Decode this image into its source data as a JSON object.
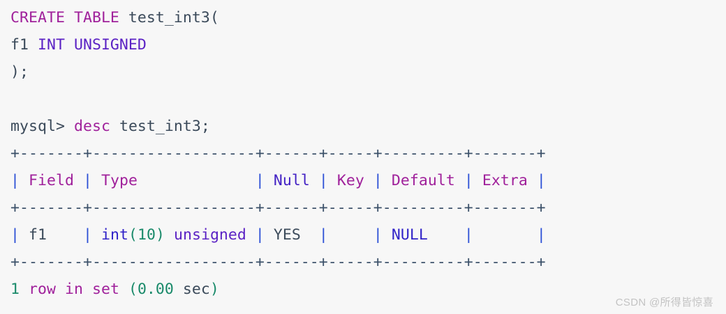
{
  "terminal": {
    "background": "#f7f7f7",
    "colors": {
      "keyword": "#a0219b",
      "keyword_alt": "#5b22c4",
      "identifier": "#3b4a5a",
      "rule": "#3b5069",
      "pipe": "#2b4fd6",
      "column_header": "#a0219b",
      "column_header_alt": "#4322c4",
      "type": "#3022c8",
      "number": "#1a8a6a",
      "null_value": "#3022c8",
      "watermark": "#c3c3c3"
    },
    "lines": {
      "l1_create": "CREATE TABLE",
      "l1_table": " test_int3(",
      "l2_field": "f1 ",
      "l2_type": "INT UNSIGNED",
      "l3_close": ");",
      "l4_blank": "",
      "l5_prompt": "mysql> ",
      "l5_cmd": "desc",
      "l5_arg": " test_int3;",
      "rule_top": "+-------+------------------+------+-----+---------+-------+",
      "rule_mid": "+-------+------------------+------+-----+---------+-------+",
      "rule_bottom": "+-------+------------------+------+-----+---------+-------+",
      "footer_count": "1",
      "footer_text": " row in set ",
      "footer_paren_open": "(",
      "footer_time": "0.00",
      "footer_unit": " sec",
      "footer_paren_close": ")"
    },
    "header_row": {
      "pipe": "|",
      "cells": [
        {
          "label": "Field",
          "pad_before": " ",
          "pad_after": " "
        },
        {
          "label": "Type",
          "pad_before": " ",
          "pad_after": "             "
        },
        {
          "label": "Null",
          "pad_before": " ",
          "pad_after": " "
        },
        {
          "label": "Key",
          "pad_before": " ",
          "pad_after": " "
        },
        {
          "label": "Default",
          "pad_before": " ",
          "pad_after": " "
        },
        {
          "label": "Extra",
          "pad_before": " ",
          "pad_after": " "
        }
      ]
    },
    "data_row": {
      "field": "f1",
      "field_pad": "    ",
      "type_int": "int",
      "type_paren_open": "(",
      "type_len": "10",
      "type_paren_close": ")",
      "type_unsigned": " unsigned",
      "null": "YES",
      "null_pad": "  ",
      "key": "     ",
      "default": "NULL",
      "default_pad": "    ",
      "extra": "       "
    },
    "watermark": "CSDN @所得皆惊喜"
  }
}
